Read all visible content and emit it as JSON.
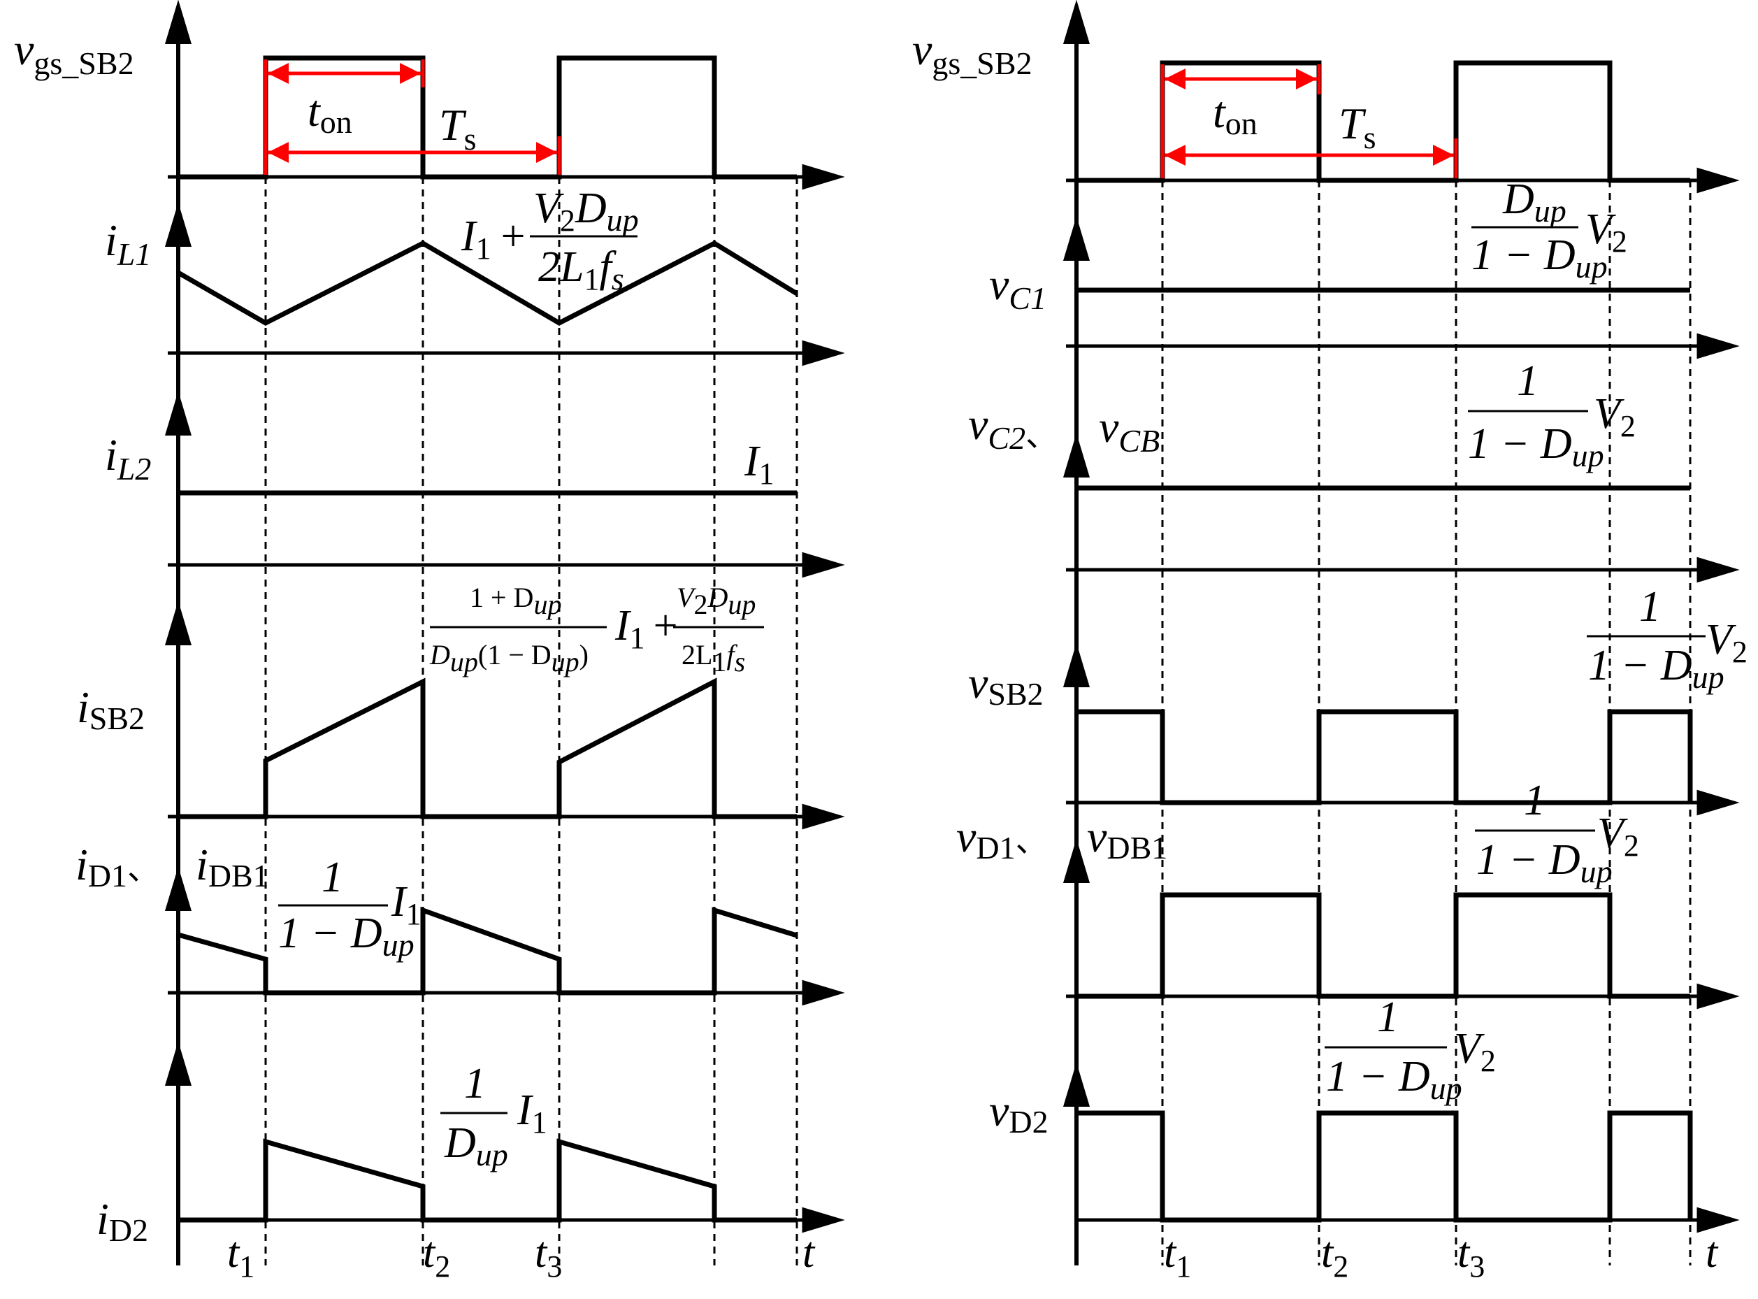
{
  "left_panel": {
    "vgs_label": "v",
    "vgs_sub": "gs_SB2",
    "ton_label": "t",
    "ton_sub": "on",
    "ts_label": "T",
    "ts_sub": "s",
    "iL1_label": "i",
    "iL1_sub": "L1",
    "iL1_ann": "I₁ + V₂D_up / 2L₁f_s",
    "iL2_label": "i",
    "iL2_sub": "L2",
    "iL2_ann": "I₁",
    "iSB2_label": "i",
    "iSB2_sub": "SB2",
    "iSB2_ann": "(1 + D_up) / (D_up(1 − D_up)) I₁ + V₂D_up / 2L₁f_s",
    "iD1_label": "i",
    "iD1_sub": "D1",
    "iD1_sep": "、",
    "iDB1_label": "i",
    "iDB1_sub": "DB1",
    "iD1_ann": "1 / (1 − D_up) I₁",
    "iD2_label": "i",
    "iD2_sub": "D2",
    "iD2_ann": "1 / D_up I₁"
  },
  "right_panel": {
    "vgs_label": "v",
    "vgs_sub": "gs_SB2",
    "ton_label": "t",
    "ton_sub": "on",
    "ts_label": "T",
    "ts_sub": "s",
    "vC1_label": "v",
    "vC1_sub": "C1",
    "vC1_ann": "D_up / (1 − D_up) V₂",
    "vC2_label": "v",
    "vC2_sub": "C2",
    "vC2_sep": "、",
    "vCB_label": "v",
    "vCB_sub": "CB",
    "vC2_ann": "1 / (1 − D_up) V₂",
    "vSB2_label": "v",
    "vSB2_sub": "SB2",
    "vSB2_ann": "1 / (1 − D_up) V₂",
    "vD1_label": "v",
    "vD1_sub": "D1",
    "vD1_sep": "、",
    "vDB1_label": "v",
    "vDB1_sub": "DB1",
    "vD1_ann": "1 / (1 − D_up) V₂",
    "vD2_label": "v",
    "vD2_sub": "D2",
    "vD2_ann": "1 / (1 − D_up) V₂"
  },
  "time_axis": {
    "t1": "t",
    "t1_sub": "1",
    "t2": "t",
    "t2_sub": "2",
    "t3": "t",
    "t3_sub": "3",
    "t_end": "t"
  },
  "frac": {
    "one": "1",
    "one_minus": "1 − D",
    "up": "up",
    "D": "D",
    "I1": "I",
    "I1_sub": "1",
    "V2": "V",
    "V2_sub": "2",
    "plus": "+",
    "two_L1_fs": "2L",
    "L_sub": "1",
    "f": "f",
    "f_sub": "s",
    "one_plus": "1 + D",
    "paren_open": "(1 − D",
    "paren_close": ")"
  },
  "colors": {
    "line": "#000000",
    "timing_marker": "#ff0000"
  }
}
